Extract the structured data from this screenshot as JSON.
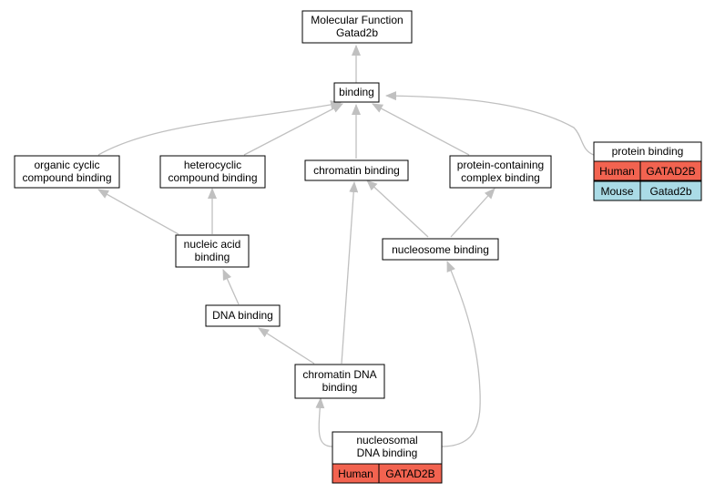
{
  "title_node": {
    "line1": "Molecular Function",
    "line2": "Gatad2b"
  },
  "nodes": {
    "binding": "binding",
    "organic": {
      "line1": "organic cyclic",
      "line2": "compound binding"
    },
    "heterocyclic": {
      "line1": "heterocyclic",
      "line2": "compound binding"
    },
    "chromatin_binding": "chromatin binding",
    "protein_complex": {
      "line1": "protein-containing",
      "line2": "complex binding"
    },
    "nucleic_acid": {
      "line1": "nucleic acid",
      "line2": "binding"
    },
    "nucleosome": "nucleosome binding",
    "dna_binding": "DNA binding",
    "chromatin_dna": {
      "line1": "chromatin DNA",
      "line2": "binding"
    },
    "nucleosomal": {
      "line1": "nucleosomal",
      "line2": "DNA binding"
    },
    "protein_binding": "protein binding"
  },
  "annotations": {
    "protein_binding": [
      {
        "species": "Human",
        "gene": "GATAD2B"
      },
      {
        "species": "Mouse",
        "gene": "Gatad2b"
      }
    ],
    "nucleosomal": [
      {
        "species": "Human",
        "gene": "GATAD2B"
      }
    ]
  },
  "colors": {
    "human": "#f26350",
    "mouse": "#aadbe6",
    "edge": "#c0c0c0",
    "border": "#000000"
  }
}
